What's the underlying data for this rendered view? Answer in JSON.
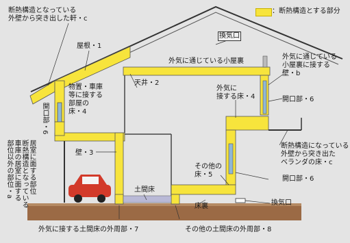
{
  "legend": {
    "label": "：断熱構造とする部分",
    "color": "#f7e43c"
  },
  "colors": {
    "insulation": "#f7e43c",
    "ground": "#9b6a45",
    "background": "#e4e4e4"
  },
  "labels": {
    "eave": "断熱構造となっている\n外壁から突き出した軒・c",
    "roof": "屋根・1",
    "ceiling": "天井・2",
    "vent_top": "換気口",
    "attic_space": "外気に通じている小屋裏",
    "attic_wall": "外気に通じている\n小屋裏に接する\n壁・b",
    "opening_left": "開口部・6",
    "floor_garage": "物置・車庫\n等に接する\n部屋の\n床・4",
    "outside_floor": "外気に\n接する床・4",
    "opening_right": "開口部・6",
    "wall3": "壁・3",
    "veranda": "断熱構造になっている\n外壁から突き出た\nベランダの床・c",
    "interior_wall_left": "居室に面する部位\n断熱構造となっている\n車庫の居室に面する\n部位以外の部位・a",
    "other_floor": "その他の\n床・5",
    "opening_bottom": "開口部・6",
    "earth_floor": "土間床",
    "under_floor": "床裏",
    "vent_bottom": "換気口",
    "earth_perimeter_outside": "外気に接する土間床の外周部・7",
    "earth_perimeter_other": "その他の土間床の外周部・8"
  }
}
